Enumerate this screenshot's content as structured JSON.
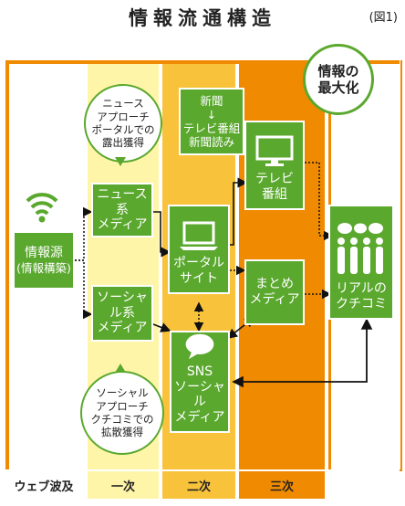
{
  "title": "情報流通構造",
  "figure_no": "(図1)",
  "maximize": {
    "line1": "情報の",
    "line2": "最大化"
  },
  "source": {
    "line1": "情報源",
    "line2": "(情報構築)"
  },
  "news_media": {
    "line1": "ニュース系",
    "line2": "メディア"
  },
  "social_media": {
    "line1": "ソーシャル系",
    "line2": "メディア"
  },
  "portal": {
    "line1": "ポータル",
    "line2": "サイト"
  },
  "sns": {
    "line1": "SNS",
    "line2": "ソーシャル",
    "line3": "メディア"
  },
  "tv": {
    "line1": "テレビ",
    "line2": "番組"
  },
  "matome": {
    "line1": "まとめ",
    "line2": "メディア"
  },
  "real": {
    "line1": "リアルの",
    "line2": "クチコミ"
  },
  "newspaper": {
    "line1": "新聞",
    "arrow": "↓",
    "line2": "テレビ番組",
    "line3": "新聞読み"
  },
  "news_bubble": {
    "line1": "ニュース",
    "line2": "アプローチ",
    "line3": "ポータルでの",
    "line4": "露出獲得"
  },
  "social_bubble": {
    "line1": "ソーシャル",
    "line2": "アプローチ",
    "line3": "クチコミでの",
    "line4": "拡散獲得"
  },
  "footer": {
    "label": "ウェブ波及",
    "first": "一次",
    "second": "二次",
    "third": "三次"
  },
  "colors": {
    "green": "#5aa82e",
    "band1": "#fff5a8",
    "band2": "#f8c23a",
    "band3": "#f08a00",
    "footer": "#fff5c8"
  }
}
